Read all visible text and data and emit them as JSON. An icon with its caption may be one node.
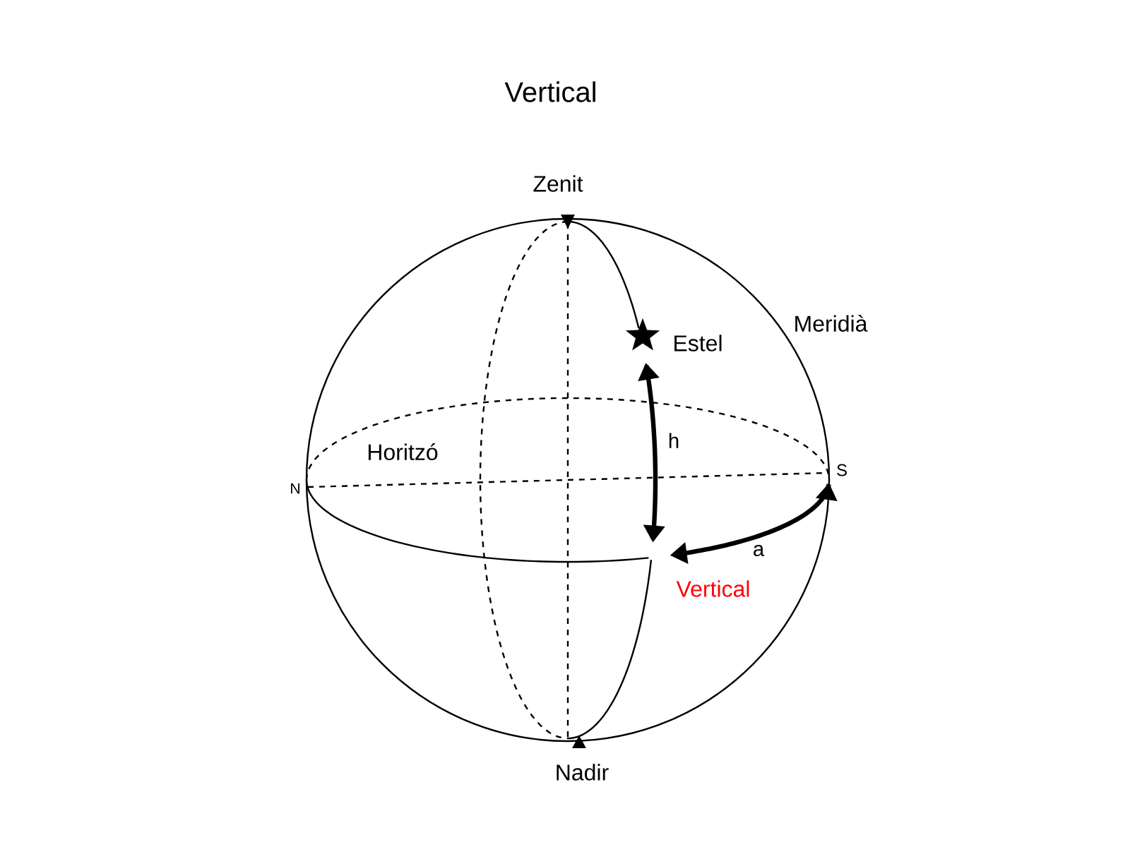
{
  "diagram": {
    "title": "Vertical",
    "labels": [
      "Zenit",
      "Estel",
      "Meridià",
      "Horitzó",
      "h",
      "N",
      "S",
      "a",
      "Vertical",
      "Nadir"
    ]
  }
}
